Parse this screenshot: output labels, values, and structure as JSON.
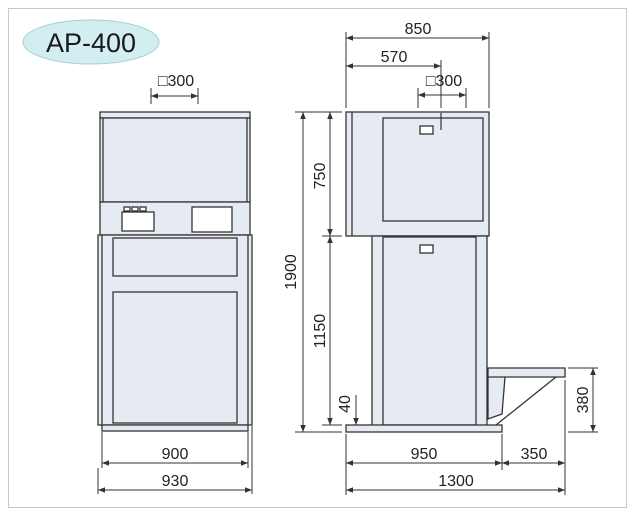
{
  "title": "AP-400",
  "colors": {
    "badge_fill": "#d3eef1",
    "body_fill": "#e6ebf3",
    "outline": "#333333"
  },
  "front": {
    "top_square": "□300",
    "width_inner": "900",
    "width_outer": "930"
  },
  "side": {
    "depth": "850",
    "inlet_offset": "570",
    "inlet_square": "□300",
    "upper_height": "750",
    "total_height": "1900",
    "lower_height": "1150",
    "base_height": "40",
    "base_depth": "950",
    "ramp_depth": "350",
    "overall_depth": "1300",
    "ramp_height": "380"
  }
}
